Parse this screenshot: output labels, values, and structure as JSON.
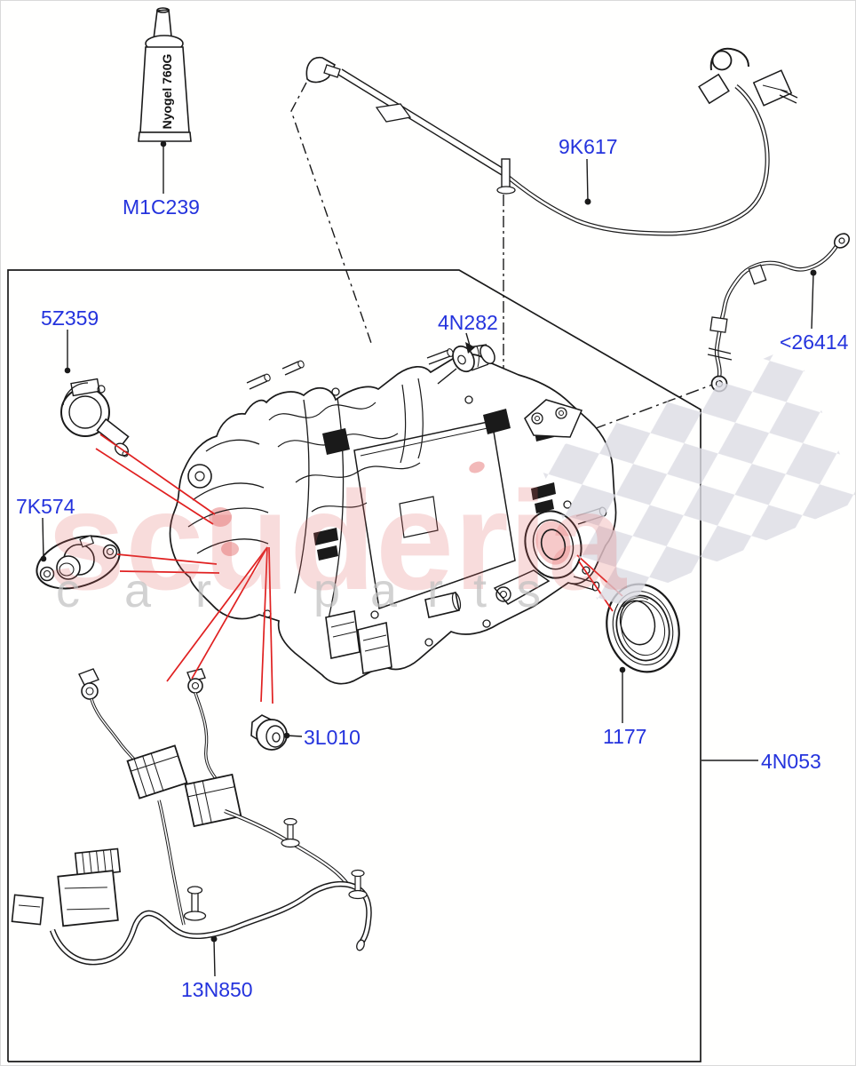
{
  "diagram": {
    "type": "vehicle-parts-exploded-diagram",
    "tube_print": "Nyogel 760G",
    "watermark": {
      "brand": "scuderia",
      "sub1": "car",
      "sub2": "parts"
    },
    "parts": [
      {
        "code": "M1C239",
        "kind": "grease-tube"
      },
      {
        "code": "9K617",
        "kind": "cooling-pipe"
      },
      {
        "code": "<26414",
        "kind": "battery-cable"
      },
      {
        "code": "5Z359",
        "kind": "breather-assembly"
      },
      {
        "code": "4N282",
        "kind": "mounting-bushing"
      },
      {
        "code": "7K574",
        "kind": "mount-flange"
      },
      {
        "code": "3L010",
        "kind": "drain-plug"
      },
      {
        "code": "1177",
        "kind": "oil-seal"
      },
      {
        "code": "4N053",
        "kind": "rear-drive-unit-assembly-box"
      },
      {
        "code": "13N850",
        "kind": "wiring-harness"
      }
    ],
    "colors": {
      "label_blue": "#2433dd",
      "leader_red": "#e02020",
      "line_black": "#1a1a1a",
      "watermark_pink": "#de5f5f",
      "watermark_gray": "#bfbfbf",
      "checker_gray": "#dcdce4",
      "highlight_pink": "#f2b9b9"
    }
  }
}
